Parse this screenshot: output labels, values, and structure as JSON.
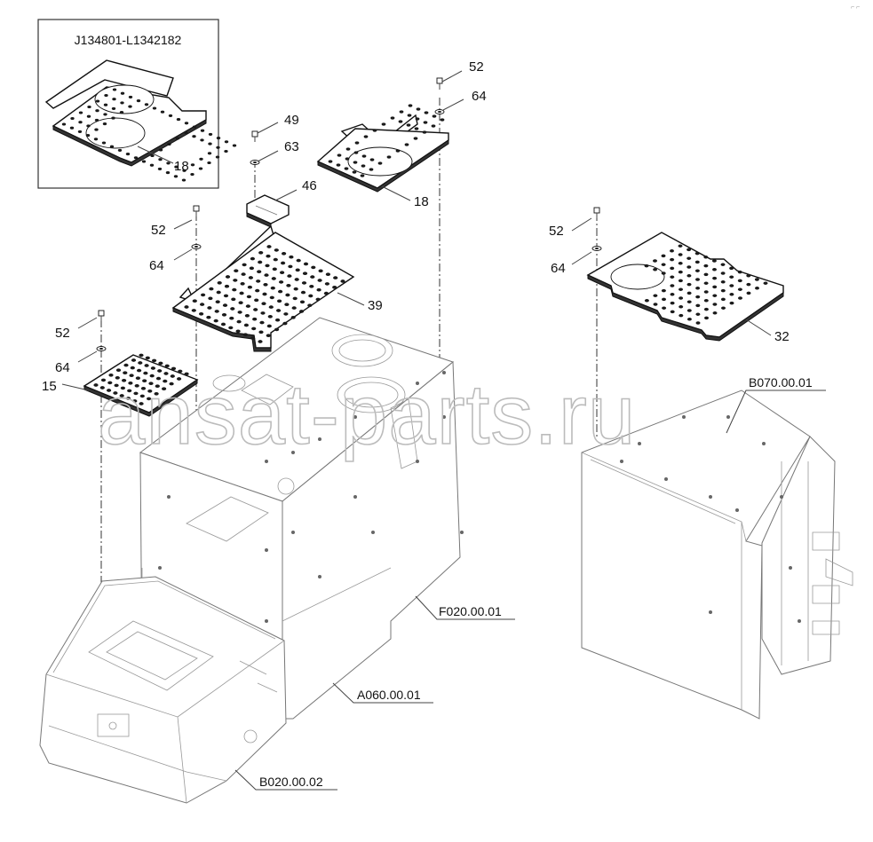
{
  "inset": {
    "title": "J134801-L1342182",
    "part": "18"
  },
  "callouts": {
    "c52a": "52",
    "c64a": "64",
    "c49": "49",
    "c63": "63",
    "c46": "46",
    "c18": "18",
    "c52b": "52",
    "c64b": "64",
    "c39": "39",
    "c52c": "52",
    "c64c": "64",
    "c15": "15",
    "c52d": "52",
    "c64d": "64",
    "c32": "32"
  },
  "references": {
    "f020": "F020.00.01",
    "a060": "A060.00.01",
    "b020": "B020.00.02",
    "b070": "B070.00.01"
  },
  "watermark": "ansat-parts.ru",
  "colors": {
    "line": "#444444",
    "plate": "#111111",
    "watermark": "#bcbcbc"
  }
}
